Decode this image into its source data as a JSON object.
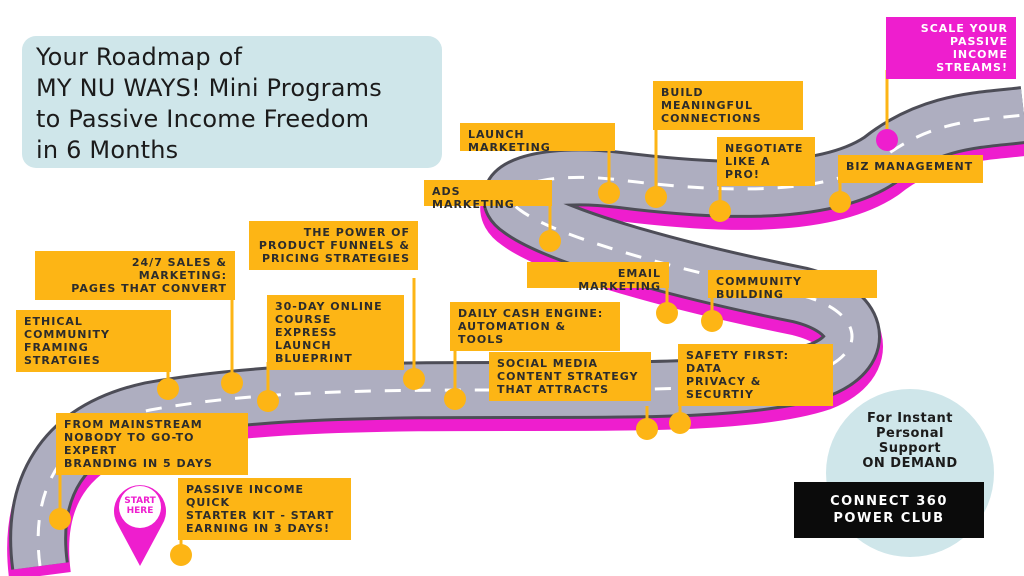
{
  "title": "Your Roadmap of\nMY NU WAYS! Mini Programs\nto Passive Income Freedom\nin 6 Months",
  "start_marker": "START\nHERE",
  "milestones": [
    {
      "label": "SCALE YOUR\nPASSIVE INCOME\nSTREAMS!"
    },
    {
      "label": "BUILD MEANINGFUL\nCONNECTIONS"
    },
    {
      "label": "LAUNCH MARKETING"
    },
    {
      "label": "NEGOTIATE\nLIKE A PRO!"
    },
    {
      "label": "BIZ MANAGEMENT"
    },
    {
      "label": "ADS MARKETING"
    },
    {
      "label": "THE POWER OF\nPRODUCT FUNNELS &\nPRICING STRATEGIES"
    },
    {
      "label": "24/7 SALES & MARKETING:\nPAGES THAT CONVERT"
    },
    {
      "label": "EMAIL MARKETING"
    },
    {
      "label": "COMMUNITY BUILDING"
    },
    {
      "label": "30-DAY ONLINE\nCOURSE EXPRESS\nLAUNCH\nBLUEPRINT"
    },
    {
      "label": "ETHICAL COMMUNITY\nFRAMING STRATGIES"
    },
    {
      "label": "DAILY CASH ENGINE:\nAUTOMATION & TOOLS"
    },
    {
      "label": "SAFETY FIRST: DATA\nPRIVACY & SECURTIY"
    },
    {
      "label": "SOCIAL MEDIA\nCONTENT STRATEGY\nTHAT ATTRACTS"
    },
    {
      "label": "FROM MAINSTREAM\nNOBODY TO GO-TO EXPERT\nBRANDING IN 5 DAYS"
    },
    {
      "label": "PASSIVE INCOME QUICK\nSTARTER KIT - START\nEARNING IN 3 DAYS!"
    }
  ],
  "support": {
    "text": "For Instant\nPersonal\nSupport\nON DEMAND",
    "button": "CONNECT 360\nPOWER CLUB"
  },
  "colors": {
    "road": "#aeaec0",
    "road_edge": "#4d4d57",
    "road_side": "#ee1ece",
    "labels": "#fdb515",
    "accent": "#ee1ece",
    "bubble": "#cfe6ea"
  }
}
